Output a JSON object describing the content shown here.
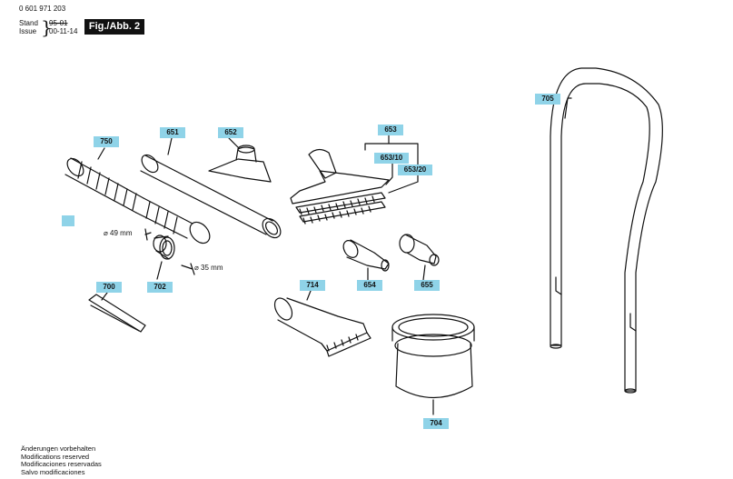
{
  "header": {
    "part_number": "0 601 971 203",
    "stand_label": "Stand",
    "stand_value": "95-01",
    "issue_label": "Issue",
    "issue_value": "00-11-14",
    "figure_label": "Fig./Abb. 2"
  },
  "callouts": {
    "c705": "705",
    "c750": "750",
    "c651": "651",
    "c652": "652",
    "c653": "653",
    "c653_10": "653/10",
    "c653_20": "653/20",
    "c700": "700",
    "c702": "702",
    "c714": "714",
    "c654": "654",
    "c655": "655",
    "c704": "704"
  },
  "dimensions": {
    "d49": "⌀ 49 mm",
    "d35": "⌀ 35 mm"
  },
  "footer": [
    "Änderungen vorbehalten",
    "Modifications reserved",
    "Modificaciones reservadas",
    "Salvo modificaciones"
  ],
  "colors": {
    "callout_bg": "#8fd3e8",
    "line": "#111111"
  }
}
